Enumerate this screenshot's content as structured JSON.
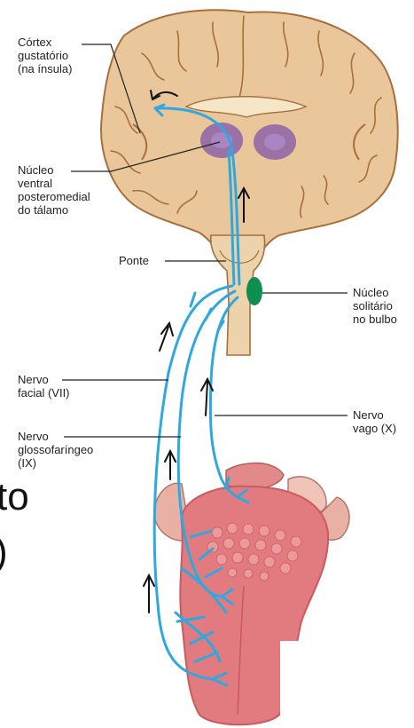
{
  "labels": {
    "cortex": "Córtex\ngustatório\n(na ínsula)",
    "nucleo_talamo": "Núcleo\nventral\nposteromedial\ndo tálamo",
    "ponte": "Ponte",
    "nucleo_solitario": "Núcleo\nsolitário\nno bulbo",
    "nervo_facial": "Nervo\nfacial (VII)",
    "nervo_vago": "Nervo\nvago (X)",
    "nervo_glosso": "Nervo\nglossofaríngeo\n(IX)"
  },
  "cropped_text": {
    "fragment_1": "to",
    "fragment_2": ")"
  },
  "colors": {
    "nerve": "#2fa8e0",
    "brain_tissue": "#e9c79a",
    "brain_outline": "#a86f3c",
    "thalamus": "#8c63a8",
    "solitary_nucleus": "#0e8f4f",
    "tongue": "#e27b7f",
    "tongue_dark": "#c95a60",
    "leader_line": "#222222"
  }
}
